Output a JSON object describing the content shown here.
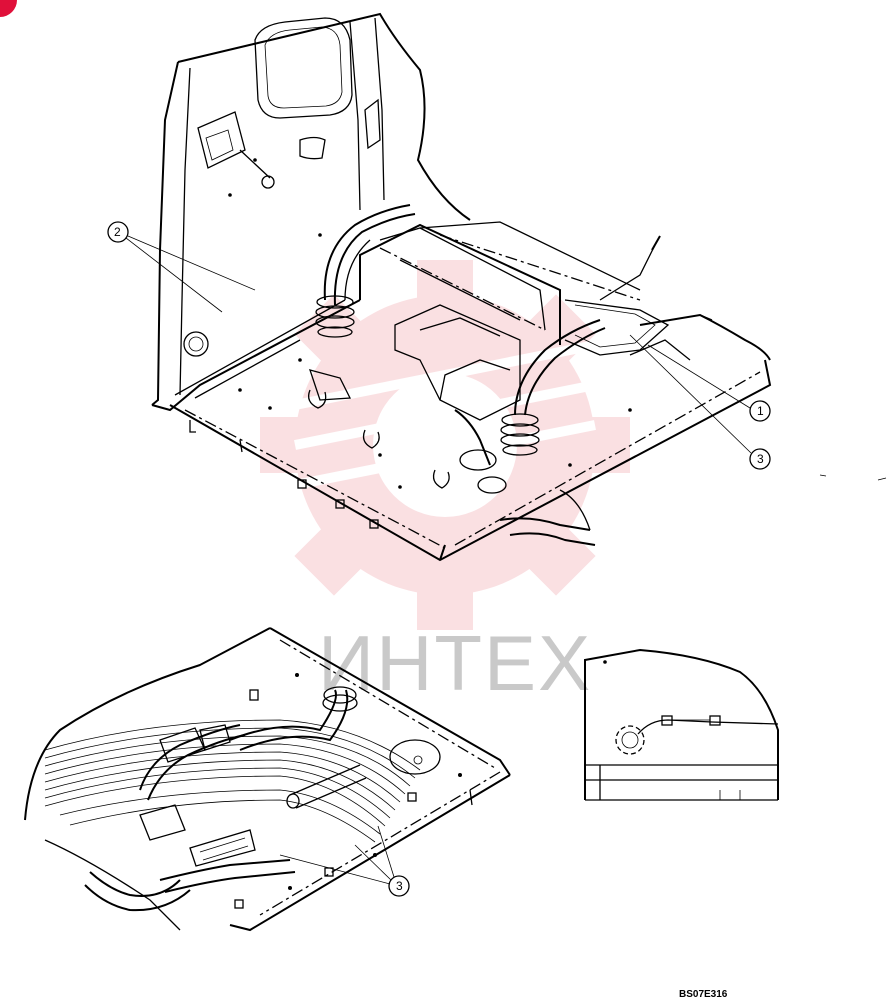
{
  "callouts": {
    "c1": "1",
    "c2": "2",
    "c3a": "3",
    "c3b": "3"
  },
  "watermark": {
    "text": "ИНТЕХ",
    "color": "#f2a0a8"
  },
  "drawing_code": "BS07E316",
  "colors": {
    "line": "#000000",
    "corner_mark": "#e0103a"
  }
}
